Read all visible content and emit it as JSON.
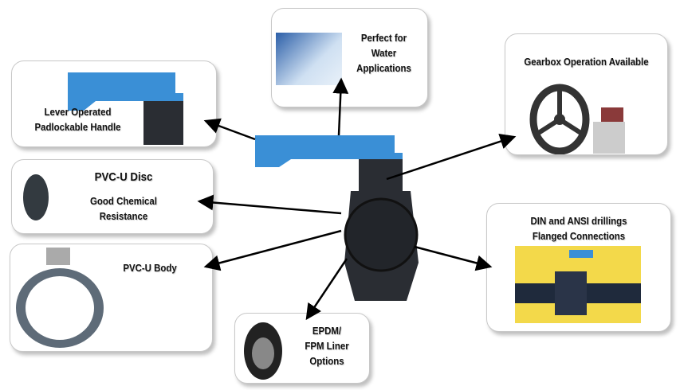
{
  "features": {
    "water": {
      "line1": "Perfect for",
      "line2": "Water",
      "line3": "Applications"
    },
    "gearbox": {
      "label": "Gearbox Operation Available"
    },
    "lever": {
      "line1": "Lever Operated",
      "line2": "Padlockable Handle"
    },
    "disc": {
      "title": "PVC-U Disc",
      "line1": "Good Chemical",
      "line2": "Resistance"
    },
    "body": {
      "label": "PVC-U Body"
    },
    "liner": {
      "line1": "EPDM/",
      "line2": "FPM Liner",
      "line3": "Options"
    },
    "flange": {
      "line1": "DIN and ANSI drillings",
      "line2": "Flanged Connections"
    }
  },
  "colors": {
    "handle_blue": "#3a8fd6",
    "valve_dark": "#2a2d33",
    "flange_bg": "#f3d94a"
  }
}
